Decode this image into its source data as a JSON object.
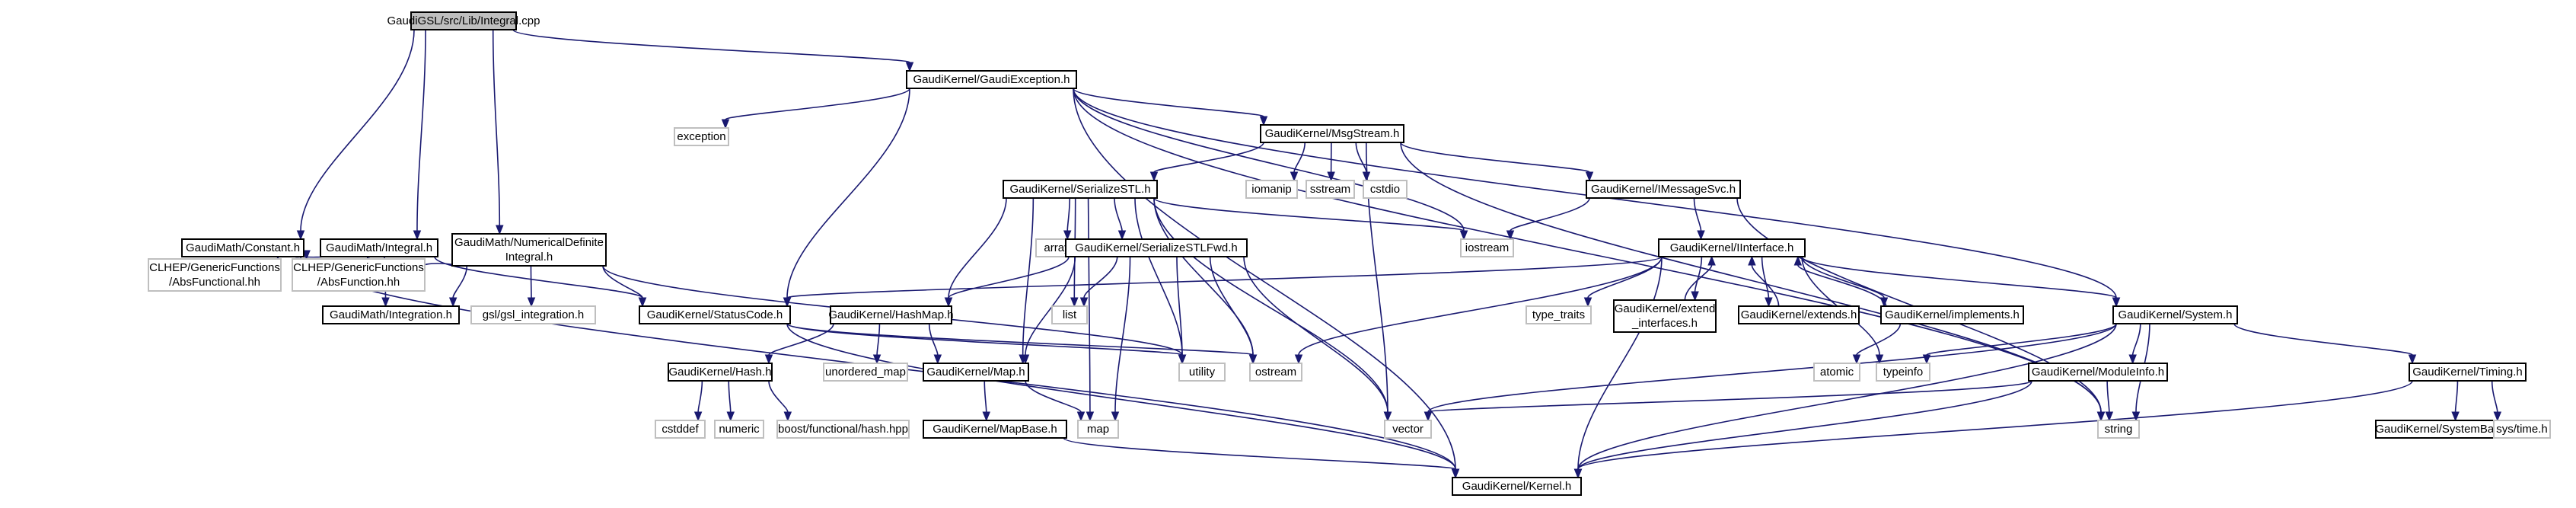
{
  "diagram": {
    "type": "include-dependency-graph",
    "colors": {
      "edge": "#191970",
      "root_fill": "#bfbfbf",
      "node_border": "#000000",
      "external_border": "#bfbfbf",
      "background": "#ffffff"
    },
    "nodes": [
      {
        "id": "root",
        "lines": [
          "GaudiGSL/src/Lib/Integral.cpp"
        ],
        "kind": "root"
      },
      {
        "id": "gexc",
        "lines": [
          "GaudiKernel/GaudiException.h"
        ],
        "kind": "doc"
      },
      {
        "id": "exception",
        "lines": [
          "exception"
        ],
        "kind": "ext"
      },
      {
        "id": "msgstream",
        "lines": [
          "GaudiKernel/MsgStream.h"
        ],
        "kind": "doc"
      },
      {
        "id": "serstl",
        "lines": [
          "GaudiKernel/SerializeSTL.h"
        ],
        "kind": "doc"
      },
      {
        "id": "iomanip",
        "lines": [
          "iomanip"
        ],
        "kind": "ext"
      },
      {
        "id": "sstream",
        "lines": [
          "sstream"
        ],
        "kind": "ext"
      },
      {
        "id": "cstdio",
        "lines": [
          "cstdio"
        ],
        "kind": "ext"
      },
      {
        "id": "imsgsvc",
        "lines": [
          "GaudiKernel/IMessageSvc.h"
        ],
        "kind": "doc"
      },
      {
        "id": "array",
        "lines": [
          "array"
        ],
        "kind": "ext"
      },
      {
        "id": "serstlfwd",
        "lines": [
          "GaudiKernel/SerializeSTLFwd.h"
        ],
        "kind": "doc"
      },
      {
        "id": "iostream",
        "lines": [
          "iostream"
        ],
        "kind": "ext"
      },
      {
        "id": "iinterface",
        "lines": [
          "GaudiKernel/IInterface.h"
        ],
        "kind": "doc"
      },
      {
        "id": "constant",
        "lines": [
          "GaudiMath/Constant.h"
        ],
        "kind": "doc"
      },
      {
        "id": "gmintegral",
        "lines": [
          "GaudiMath/Integral.h"
        ],
        "kind": "doc"
      },
      {
        "id": "numdef",
        "lines": [
          "GaudiMath/NumericalDefinite",
          "Integral.h"
        ],
        "kind": "doc"
      },
      {
        "id": "absfunctional",
        "lines": [
          "CLHEP/GenericFunctions",
          "/AbsFunctional.hh"
        ],
        "kind": "ext"
      },
      {
        "id": "absfunction",
        "lines": [
          "CLHEP/GenericFunctions",
          "/AbsFunction.hh"
        ],
        "kind": "ext"
      },
      {
        "id": "integration",
        "lines": [
          "GaudiMath/Integration.h"
        ],
        "kind": "doc"
      },
      {
        "id": "gslint",
        "lines": [
          "gsl/gsl_integration.h"
        ],
        "kind": "ext"
      },
      {
        "id": "statuscode",
        "lines": [
          "GaudiKernel/StatusCode.h"
        ],
        "kind": "doc"
      },
      {
        "id": "hashmap",
        "lines": [
          "GaudiKernel/HashMap.h"
        ],
        "kind": "doc"
      },
      {
        "id": "list",
        "lines": [
          "list"
        ],
        "kind": "ext"
      },
      {
        "id": "typetraits",
        "lines": [
          "type_traits"
        ],
        "kind": "ext"
      },
      {
        "id": "extendif",
        "lines": [
          "GaudiKernel/extend",
          "_interfaces.h"
        ],
        "kind": "doc"
      },
      {
        "id": "extends",
        "lines": [
          "GaudiKernel/extends.h"
        ],
        "kind": "doc"
      },
      {
        "id": "implements",
        "lines": [
          "GaudiKernel/implements.h"
        ],
        "kind": "doc"
      },
      {
        "id": "system",
        "lines": [
          "GaudiKernel/System.h"
        ],
        "kind": "doc"
      },
      {
        "id": "hash",
        "lines": [
          "GaudiKernel/Hash.h"
        ],
        "kind": "doc"
      },
      {
        "id": "unordmap",
        "lines": [
          "unordered_map"
        ],
        "kind": "ext"
      },
      {
        "id": "gmap",
        "lines": [
          "GaudiKernel/Map.h"
        ],
        "kind": "doc"
      },
      {
        "id": "utility",
        "lines": [
          "utility"
        ],
        "kind": "ext"
      },
      {
        "id": "ostream",
        "lines": [
          "ostream"
        ],
        "kind": "ext"
      },
      {
        "id": "atomic",
        "lines": [
          "atomic"
        ],
        "kind": "ext"
      },
      {
        "id": "typeinfo",
        "lines": [
          "typeinfo"
        ],
        "kind": "ext"
      },
      {
        "id": "moduleinfo",
        "lines": [
          "GaudiKernel/ModuleInfo.h"
        ],
        "kind": "doc"
      },
      {
        "id": "timing",
        "lines": [
          "GaudiKernel/Timing.h"
        ],
        "kind": "doc"
      },
      {
        "id": "cstddef",
        "lines": [
          "cstddef"
        ],
        "kind": "ext"
      },
      {
        "id": "numeric",
        "lines": [
          "numeric"
        ],
        "kind": "ext"
      },
      {
        "id": "boosthash",
        "lines": [
          "boost/functional/hash.hpp"
        ],
        "kind": "ext"
      },
      {
        "id": "mapbase",
        "lines": [
          "GaudiKernel/MapBase.h"
        ],
        "kind": "doc"
      },
      {
        "id": "map",
        "lines": [
          "map"
        ],
        "kind": "ext"
      },
      {
        "id": "vector",
        "lines": [
          "vector"
        ],
        "kind": "ext"
      },
      {
        "id": "string",
        "lines": [
          "string"
        ],
        "kind": "ext"
      },
      {
        "id": "systembase",
        "lines": [
          "GaudiKernel/SystemBase.h"
        ],
        "kind": "doc"
      },
      {
        "id": "systime",
        "lines": [
          "sys/time.h"
        ],
        "kind": "ext"
      },
      {
        "id": "kernel",
        "lines": [
          "GaudiKernel/Kernel.h"
        ],
        "kind": "doc"
      }
    ],
    "edges": [
      [
        "root",
        "gexc"
      ],
      [
        "root",
        "constant"
      ],
      [
        "root",
        "gmintegral"
      ],
      [
        "root",
        "numdef"
      ],
      [
        "gexc",
        "exception"
      ],
      [
        "gexc",
        "msgstream"
      ],
      [
        "gexc",
        "statuscode"
      ],
      [
        "gexc",
        "kernel"
      ],
      [
        "gexc",
        "iostream"
      ],
      [
        "gexc",
        "system"
      ],
      [
        "gexc",
        "string"
      ],
      [
        "msgstream",
        "serstl"
      ],
      [
        "msgstream",
        "iomanip"
      ],
      [
        "msgstream",
        "sstream"
      ],
      [
        "msgstream",
        "cstdio"
      ],
      [
        "msgstream",
        "imsgsvc"
      ],
      [
        "msgstream",
        "vector"
      ],
      [
        "msgstream",
        "string"
      ],
      [
        "serstl",
        "array"
      ],
      [
        "serstl",
        "serstlfwd"
      ],
      [
        "serstl",
        "hashmap"
      ],
      [
        "serstl",
        "gmap"
      ],
      [
        "serstl",
        "list"
      ],
      [
        "serstl",
        "utility"
      ],
      [
        "serstl",
        "ostream"
      ],
      [
        "serstl",
        "map"
      ],
      [
        "serstl",
        "vector"
      ],
      [
        "serstl",
        "iostream"
      ],
      [
        "imsgsvc",
        "iostream"
      ],
      [
        "imsgsvc",
        "iinterface"
      ],
      [
        "imsgsvc",
        "string"
      ],
      [
        "serstlfwd",
        "hashmap"
      ],
      [
        "serstlfwd",
        "gmap"
      ],
      [
        "serstlfwd",
        "list"
      ],
      [
        "serstlfwd",
        "utility"
      ],
      [
        "serstlfwd",
        "ostream"
      ],
      [
        "serstlfwd",
        "map"
      ],
      [
        "serstlfwd",
        "vector"
      ],
      [
        "iinterface",
        "statuscode"
      ],
      [
        "iinterface",
        "typetraits"
      ],
      [
        "iinterface",
        "extendif"
      ],
      [
        "iinterface",
        "extends"
      ],
      [
        "iinterface",
        "implements"
      ],
      [
        "iinterface",
        "system"
      ],
      [
        "iinterface",
        "ostream"
      ],
      [
        "iinterface",
        "typeinfo"
      ],
      [
        "iinterface",
        "kernel"
      ],
      [
        "extendif",
        "iinterface"
      ],
      [
        "extends",
        "iinterface"
      ],
      [
        "implements",
        "iinterface"
      ],
      [
        "implements",
        "atomic"
      ],
      [
        "constant",
        "absfunction"
      ],
      [
        "constant",
        "kernel"
      ],
      [
        "gmintegral",
        "absfunctional"
      ],
      [
        "gmintegral",
        "absfunction"
      ],
      [
        "gmintegral",
        "integration"
      ],
      [
        "gmintegral",
        "statuscode"
      ],
      [
        "numdef",
        "absfunction"
      ],
      [
        "numdef",
        "integration"
      ],
      [
        "numdef",
        "gslint"
      ],
      [
        "numdef",
        "statuscode"
      ],
      [
        "numdef",
        "utility"
      ],
      [
        "statuscode",
        "ostream"
      ],
      [
        "statuscode",
        "utility"
      ],
      [
        "statuscode",
        "kernel"
      ],
      [
        "hashmap",
        "hash"
      ],
      [
        "hashmap",
        "unordmap"
      ],
      [
        "hashmap",
        "gmap"
      ],
      [
        "hash",
        "cstddef"
      ],
      [
        "hash",
        "numeric"
      ],
      [
        "hash",
        "boosthash"
      ],
      [
        "gmap",
        "mapbase"
      ],
      [
        "gmap",
        "map"
      ],
      [
        "mapbase",
        "kernel"
      ],
      [
        "system",
        "typeinfo"
      ],
      [
        "system",
        "moduleinfo"
      ],
      [
        "system",
        "timing"
      ],
      [
        "system",
        "vector"
      ],
      [
        "system",
        "string"
      ],
      [
        "system",
        "kernel"
      ],
      [
        "moduleinfo",
        "vector"
      ],
      [
        "moduleinfo",
        "string"
      ],
      [
        "moduleinfo",
        "kernel"
      ],
      [
        "timing",
        "systembase"
      ],
      [
        "timing",
        "systime"
      ],
      [
        "timing",
        "kernel"
      ]
    ]
  }
}
